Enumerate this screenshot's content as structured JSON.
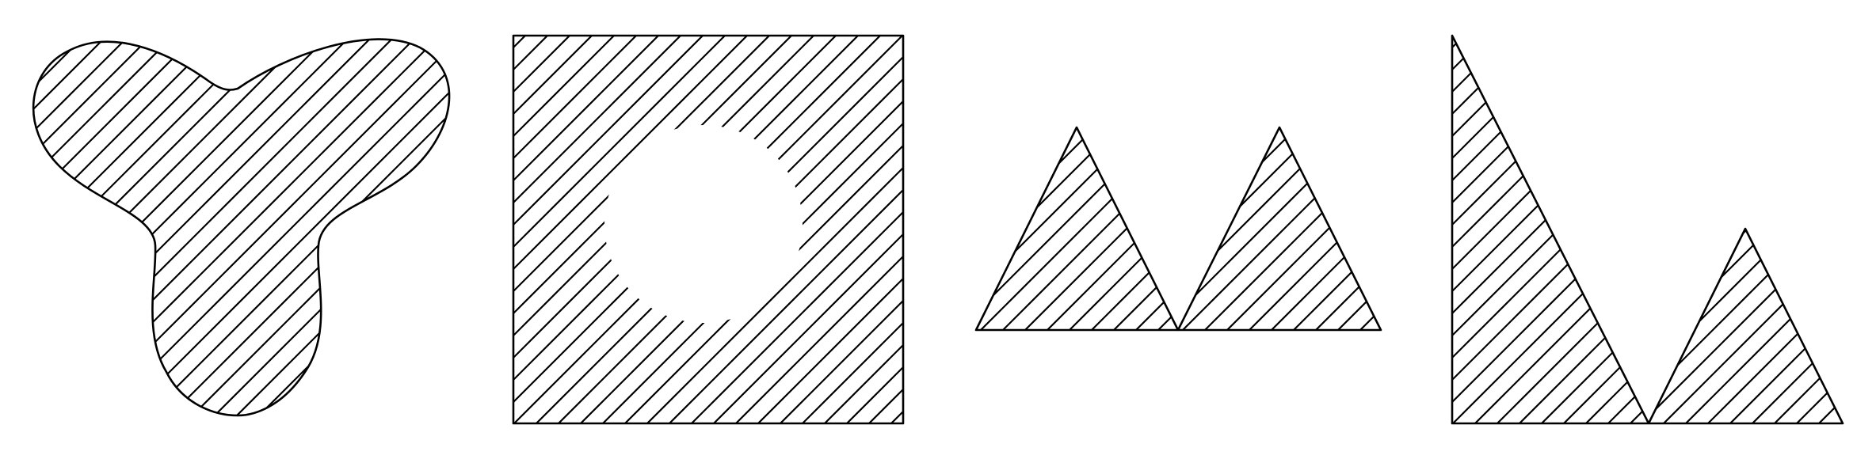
{
  "figure": {
    "description_free": true,
    "stroke_color": "#000000",
    "background_color": "#ffffff",
    "hatch_style": "diagonal lines"
  },
  "shapes": [
    {
      "id": "trefoil",
      "kind": "curved three-lobed blob",
      "fill": "hatched"
    },
    {
      "id": "square-with-hole",
      "kind": "square with circular unhatched region",
      "fill": "hatched"
    },
    {
      "id": "two-equal-triangles",
      "kind": "two adjacent triangles",
      "fill": "hatched"
    },
    {
      "id": "two-unequal-triangles",
      "kind": "tall right triangle and small triangle",
      "fill": "hatched"
    }
  ]
}
